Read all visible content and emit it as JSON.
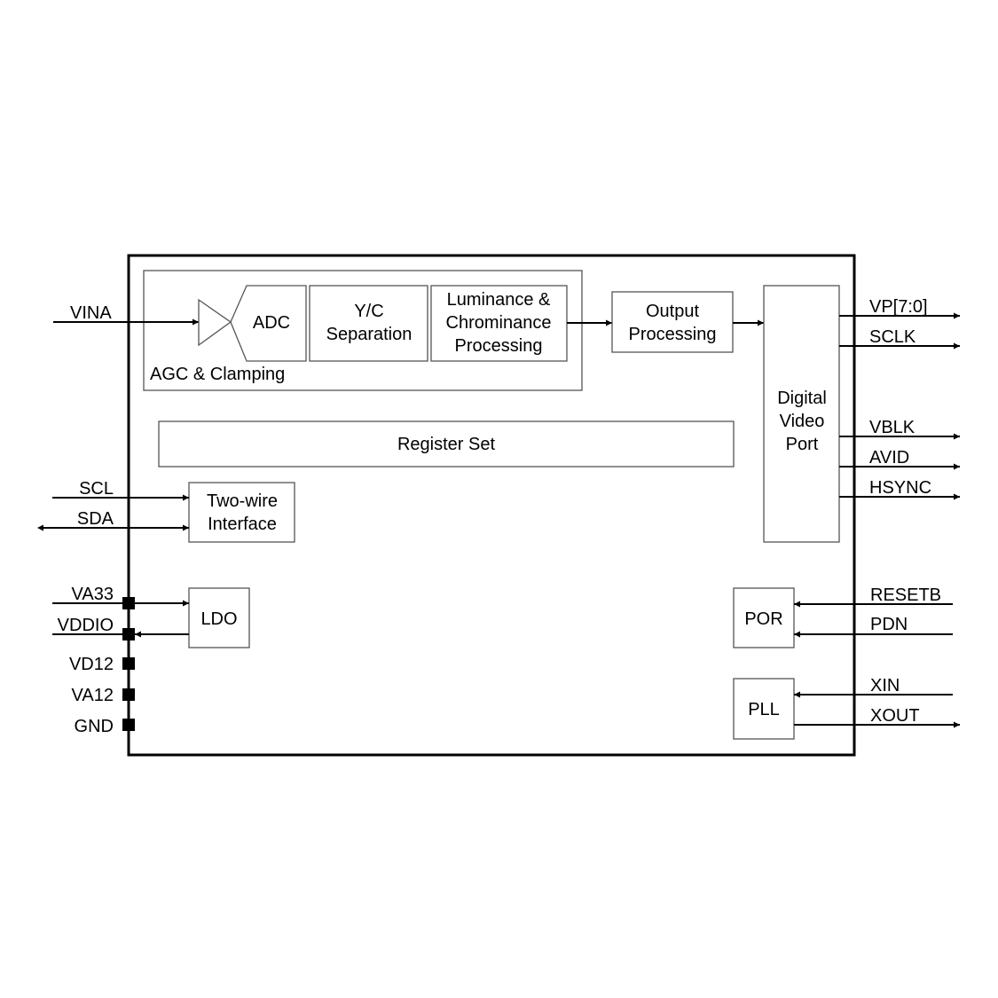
{
  "diagram": {
    "title": "Video decoder block diagram",
    "blocks": {
      "agc_group": "AGC & Clamping",
      "adc": "ADC",
      "yc_sep": [
        "Y/C",
        "Separation"
      ],
      "lum_chrom": [
        "Luminance &",
        "Chrominance",
        "Processing"
      ],
      "output_proc": [
        "Output",
        "Processing"
      ],
      "dvp": [
        "Digital",
        "Video",
        "Port"
      ],
      "register_set": "Register Set",
      "two_wire": [
        "Two-wire",
        "Interface"
      ],
      "ldo": "LDO",
      "por": "POR",
      "pll": "PLL"
    },
    "left_pins": {
      "vina": "VINA",
      "scl": "SCL",
      "sda": "SDA",
      "va33": "VA33",
      "vddio": "VDDIO",
      "vd12": "VD12",
      "va12": "VA12",
      "gnd": "GND"
    },
    "right_pins": {
      "vp": "VP[7:0]",
      "sclk": "SCLK",
      "vblk": "VBLK",
      "avid": "AVID",
      "hsync": "HSYNC",
      "resetb": "RESETB",
      "pdn": "PDN",
      "xin": "XIN",
      "xout": "XOUT"
    },
    "colors": {
      "line": "#000000",
      "block_border": "#555555",
      "background": "#ffffff"
    }
  }
}
